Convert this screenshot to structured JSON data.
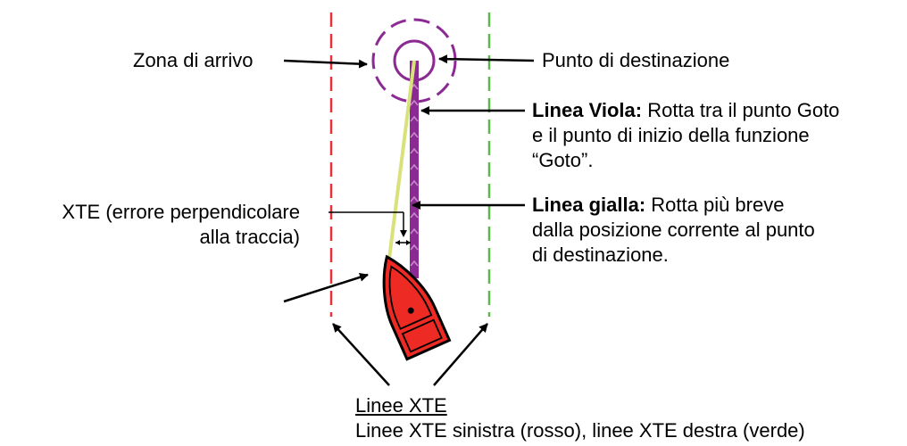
{
  "labels": {
    "arrival_zone": "Zona di arrivo",
    "destination_point": "Punto di destinazione",
    "purple_line": {
      "title": "Linea Viola:",
      "line1": " Rotta tra il punto Goto",
      "line2": "e il punto di inizio della funzione",
      "line3": "“Goto”."
    },
    "yellow_line": {
      "title": "Linea gialla:",
      "line1": " Rotta più breve",
      "line2": "dalla posizione corrente al punto",
      "line3": "di destinazione."
    },
    "xte": {
      "line1": "XTE (errore perpendicolare",
      "line2": "alla traccia)"
    },
    "xte_lines": {
      "title": "Linee XTE",
      "description": "Linee XTE sinistra (rosso), linee XTE destra (verde)"
    }
  },
  "colors": {
    "left_xte": "#e8303a",
    "right_xte": "#5cb849",
    "purple": "#8b2a92",
    "yellow": "#d9e27a",
    "boat": "#ee2a24"
  }
}
